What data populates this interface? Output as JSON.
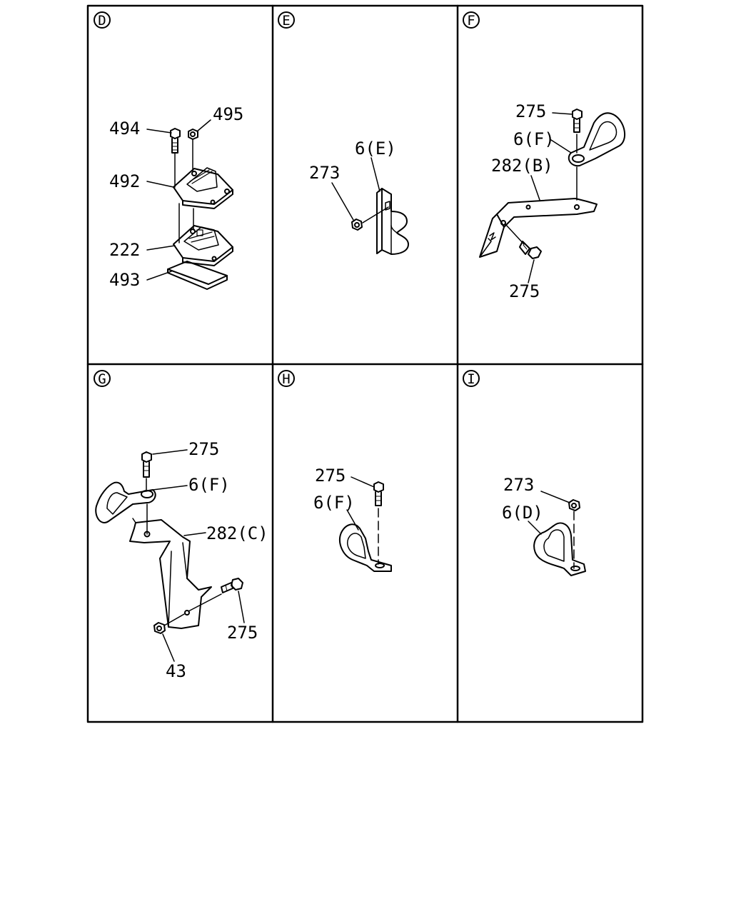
{
  "panels": [
    {
      "id": "D",
      "labels": {
        "l494": "494",
        "l495": "495",
        "l492": "492",
        "l222": "222",
        "l493": "493"
      }
    },
    {
      "id": "E",
      "labels": {
        "l6e": "6(E)",
        "l273": "273"
      }
    },
    {
      "id": "F",
      "labels": {
        "l275a": "275",
        "l6f": "6(F)",
        "l282b": "282(B)",
        "l275b": "275"
      }
    },
    {
      "id": "G",
      "labels": {
        "l275a": "275",
        "l6f": "6(F)",
        "l282c": "282(C)",
        "l275b": "275",
        "l43": "43"
      }
    },
    {
      "id": "H",
      "labels": {
        "l275": "275",
        "l6f": "6(F)"
      }
    },
    {
      "id": "I",
      "labels": {
        "l273": "273",
        "l6d": "6(D)"
      }
    }
  ]
}
